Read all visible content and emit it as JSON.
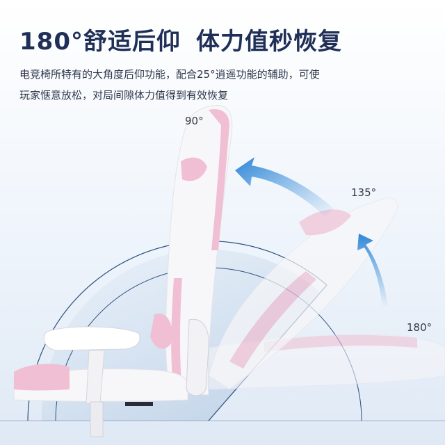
{
  "header": {
    "title_left": "180°舒适后仰",
    "title_right": "体力值秒恢复"
  },
  "description": {
    "line1": "电竞椅所特有的大角度后仰功能，配合25°逍遥功能的辅助，可使",
    "line2": "玩家惬意放松，对局间隙体力值得到有效恢复"
  },
  "angles": {
    "upright": "90°",
    "mid": "135°",
    "flat": "180°"
  },
  "colors": {
    "title": "#1f2f57",
    "arrow": "#3f93dc",
    "chair_pink": "#f1bfd3",
    "chair_white": "#f7f7f9"
  }
}
